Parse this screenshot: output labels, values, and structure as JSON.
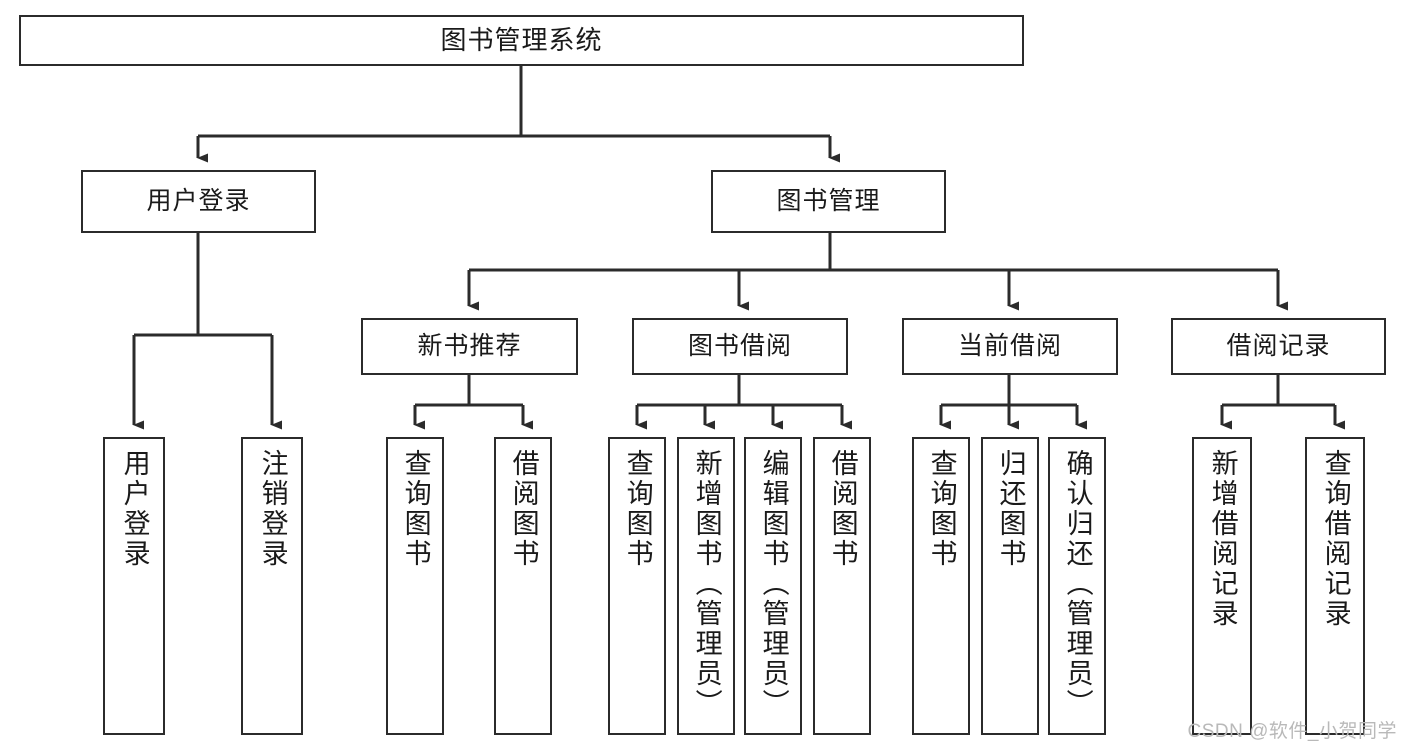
{
  "diagram": {
    "title": "图书管理系统",
    "type": "tree-hierarchy",
    "watermark": "CSDN @软件_小贺同学",
    "colors": {
      "box_border": "#2b2b2b",
      "box_fill": "#ffffff",
      "connector": "#2b2b2b",
      "canvas": "#ffffff",
      "watermark": "#b9b9b9"
    }
  },
  "nodes": {
    "root": {
      "label": "图书管理系统"
    },
    "level1": [
      {
        "id": "user-login",
        "label": "用户登录"
      },
      {
        "id": "book-manage",
        "label": "图书管理"
      }
    ],
    "level2": [
      {
        "id": "new-book-recommend",
        "label": "新书推荐"
      },
      {
        "id": "book-borrow",
        "label": "图书借阅"
      },
      {
        "id": "current-borrow",
        "label": "当前借阅"
      },
      {
        "id": "borrow-record",
        "label": "借阅记录"
      }
    ],
    "leaves": [
      {
        "id": "leaf-user-login",
        "label": "用户登录",
        "parent": "user-login"
      },
      {
        "id": "leaf-logout-login",
        "label": "注销登录",
        "parent": "user-login"
      },
      {
        "id": "leaf-query-book-1",
        "label": "查询图书",
        "parent": "new-book-recommend"
      },
      {
        "id": "leaf-borrow-book-1",
        "label": "借阅图书",
        "parent": "new-book-recommend"
      },
      {
        "id": "leaf-query-book-2",
        "label": "查询图书",
        "parent": "book-borrow"
      },
      {
        "id": "leaf-add-book",
        "label": "新增图书（管理员）",
        "parent": "book-borrow"
      },
      {
        "id": "leaf-edit-book",
        "label": "编辑图书（管理员）",
        "parent": "book-borrow"
      },
      {
        "id": "leaf-borrow-book-2",
        "label": "借阅图书",
        "parent": "book-borrow"
      },
      {
        "id": "leaf-query-book-3",
        "label": "查询图书",
        "parent": "current-borrow"
      },
      {
        "id": "leaf-return-book",
        "label": "归还图书",
        "parent": "current-borrow"
      },
      {
        "id": "leaf-confirm-return",
        "label": "确认归还（管理员）",
        "parent": "current-borrow"
      },
      {
        "id": "leaf-add-borrow-record",
        "label": "新增借阅记录",
        "parent": "borrow-record"
      },
      {
        "id": "leaf-query-borrow-record",
        "label": "查询借阅记录",
        "parent": "borrow-record"
      }
    ]
  }
}
